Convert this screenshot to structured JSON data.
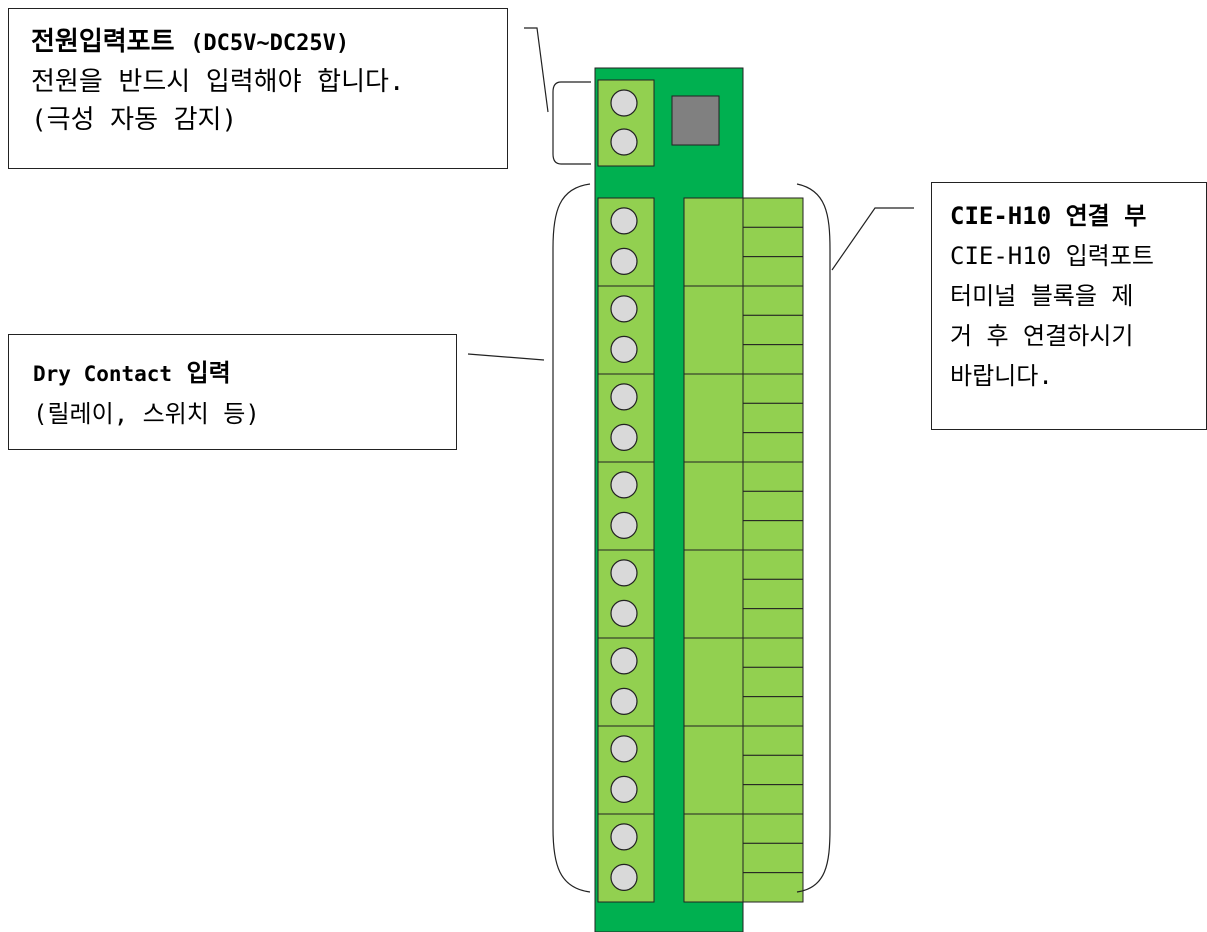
{
  "callouts": {
    "power": {
      "title_bold": "전원입력포트",
      "title_paren": "(DC5V~DC25V)",
      "line2": "전원을 반드시 입력해야 합니다.",
      "line3": "(극성 자동 감지)"
    },
    "dry_contact": {
      "title_en": "Dry Contact",
      "title_ko": "입력",
      "line2": "(릴레이, 스위치 등)"
    },
    "cie": {
      "title": "CIE-H10 연결 부",
      "line2": "CIE-H10 입력포트",
      "line3": "터미널 블록을 제",
      "line4": "거 후 연결하시기",
      "line5": "바랍니다."
    }
  },
  "board": {
    "pcb_color": "#00b050",
    "terminal_color": "#92d050",
    "screw_color": "#d9d9d9",
    "chip_color": "#808080",
    "input_channels": 8,
    "power_terminals": 2
  }
}
